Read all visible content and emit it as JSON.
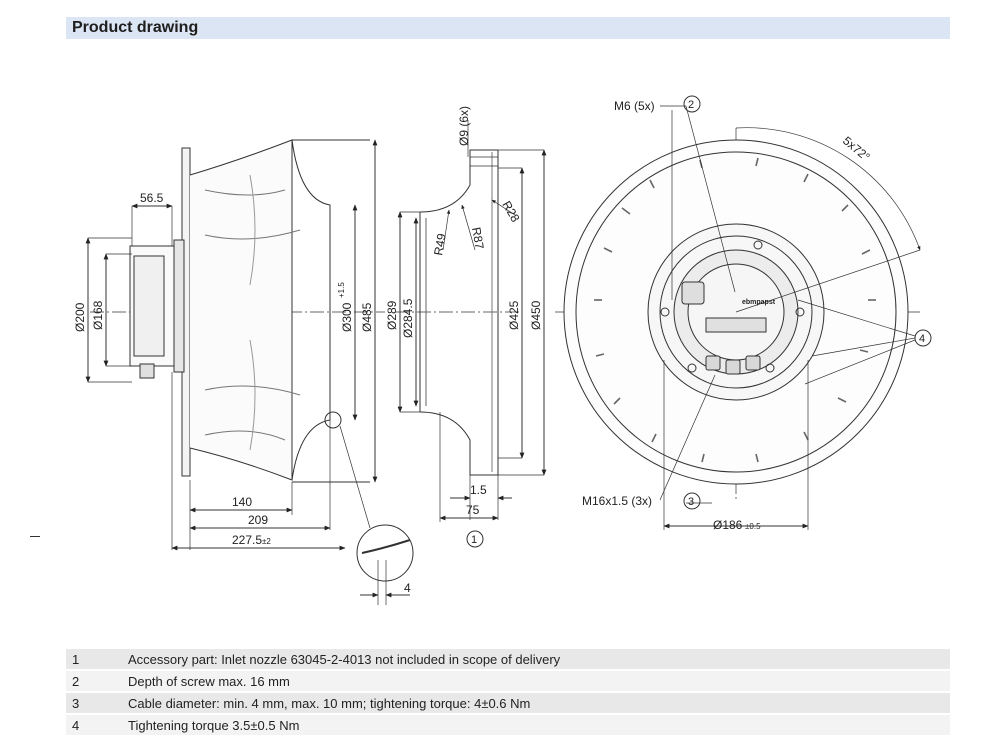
{
  "header": {
    "title": "Product drawing"
  },
  "drawing": {
    "side_view": {
      "dim_56_5": "56.5",
      "dim_200": "Ø200",
      "dim_168": "Ø168",
      "dim_300": "Ø300",
      "dim_300_tol": "+1.5",
      "dim_485": "Ø485",
      "dim_140": "140",
      "dim_209": "209",
      "dim_227_5": "227.5",
      "dim_227_5_tol": "±2",
      "detail_4": "4"
    },
    "nozzle_view": {
      "dim_9": "Ø9 (6x)",
      "dim_R28": "R28",
      "dim_R49": "R49",
      "dim_R87": "R87",
      "dim_289": "Ø289",
      "dim_284_5": "Ø284.5",
      "dim_425": "Ø425",
      "dim_450": "Ø450",
      "dim_1_5": "1.5",
      "dim_75": "75",
      "callout_1": "1"
    },
    "front_view": {
      "label_m6": "M6 (5x)",
      "callout_2": "2",
      "angle": "5x72°",
      "callout_4": "4",
      "label_m16": "M16x1.5 (3x)",
      "callout_3": "3",
      "dim_186": "Ø186",
      "dim_186_tol": "±0.5",
      "brand": "ebmpapst"
    }
  },
  "notes": [
    {
      "num": "1",
      "text": "Accessory part: Inlet nozzle 63045-2-4013 not included in scope of delivery"
    },
    {
      "num": "2",
      "text": "Depth of screw max. 16 mm"
    },
    {
      "num": "3",
      "text": "Cable diameter: min. 4 mm, max. 10 mm; tightening torque: 4±0.6 Nm"
    },
    {
      "num": "4",
      "text": "Tightening torque 3.5±0.5 Nm"
    }
  ]
}
